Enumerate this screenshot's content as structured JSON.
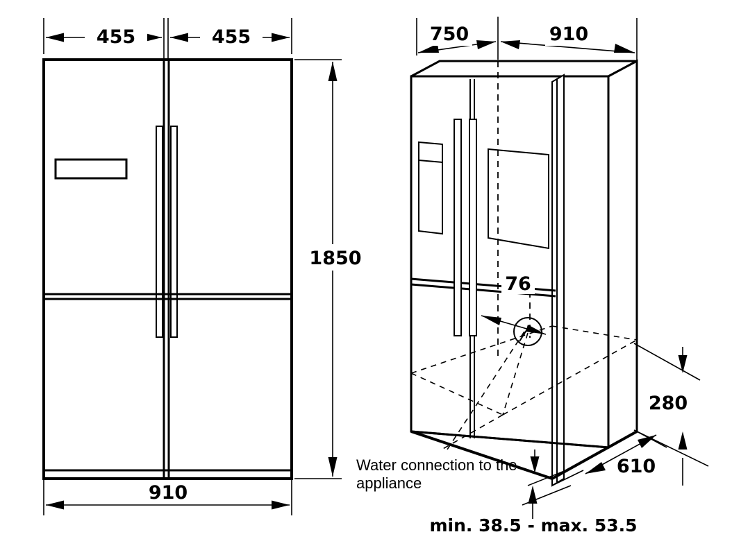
{
  "document": {
    "title": "Side-by-side refrigerator installation dimension drawing",
    "units": "mm",
    "line_color": "#000000",
    "background_color": "#ffffff"
  },
  "front_view": {
    "name": "front-elevation",
    "dimensions": {
      "left_door_width": "455",
      "right_door_width": "455",
      "total_height": "1850",
      "total_width": "910"
    }
  },
  "iso_view": {
    "name": "isometric-view",
    "dimensions": {
      "depth_top": "750",
      "width_top": "910",
      "handle_offset": "76",
      "rear_height_zone": "280",
      "depth_bottom": "610",
      "plinth_range": "min. 38.5 - max. 53.5"
    },
    "annotation": {
      "water_connection_line1": "Water connection to the",
      "water_connection_line2": "appliance"
    }
  },
  "labels": {
    "d455_left": "455",
    "d455_right": "455",
    "d1850": "1850",
    "d910_front": "910",
    "d750": "750",
    "d910_top": "910",
    "d76": "76",
    "d280": "280",
    "d610": "610",
    "dplinth": "min. 38.5 - max. 53.5",
    "note_l1": "Water connection to the",
    "note_l2": "appliance"
  }
}
